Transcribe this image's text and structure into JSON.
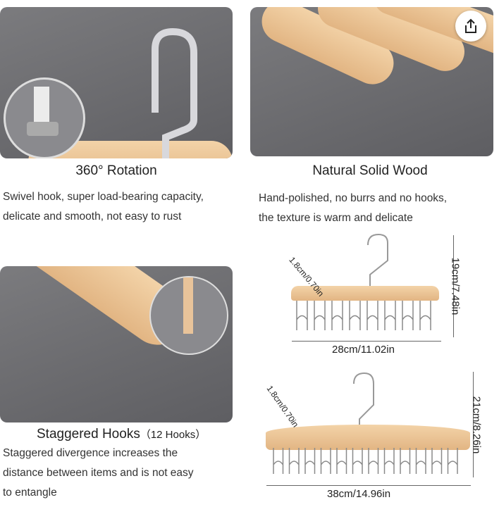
{
  "features": [
    {
      "title": "360° Rotation",
      "lines": [
        "Swivel hook, super load-bearing capacity,",
        "delicate and smooth, not easy to rust"
      ]
    },
    {
      "title": "Natural Solid Wood",
      "lines": [
        "Hand-polished, no burrs and no hooks,",
        "the texture is warm and delicate"
      ]
    },
    {
      "title": "Staggered Hooks",
      "title_note": "（12 Hooks）",
      "lines": [
        "Staggered divergence increases the",
        "distance between items and is not easy",
        "to entangle"
      ]
    }
  ],
  "diagrams": [
    {
      "thickness": "1.8cm/0.70in",
      "height": "19cm/7.48in",
      "width": "28cm/11.02in",
      "hooks": 8
    },
    {
      "thickness": "1.8cm/0.70in",
      "height": "21cm/8.26in",
      "width": "38cm/14.96in",
      "hooks": 12
    }
  ],
  "share_icon": "share-icon"
}
